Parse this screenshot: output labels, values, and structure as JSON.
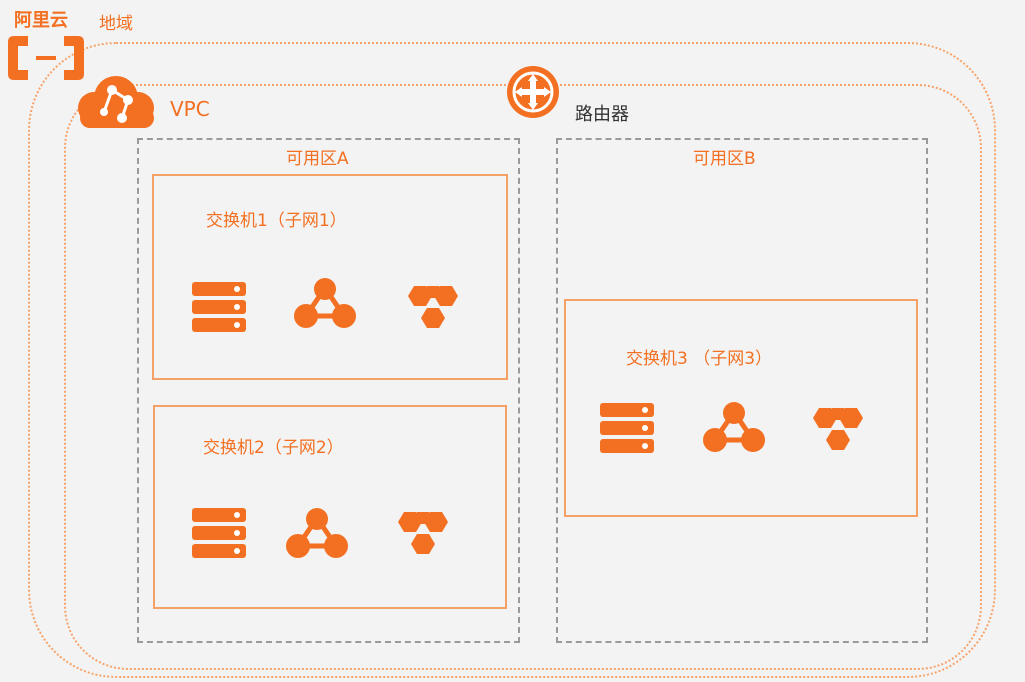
{
  "header": {
    "brand_name": "阿里云",
    "region_label": "地域"
  },
  "vpc": {
    "label": "VPC"
  },
  "router": {
    "label": "路由器"
  },
  "zones": [
    {
      "label": "可用区A",
      "switches": [
        {
          "label": "交换机1（子网1）"
        },
        {
          "label": "交换机2（子网2）"
        }
      ]
    },
    {
      "label": "可用区B",
      "switches": [
        {
          "label": "交换机3 （子网3）"
        }
      ]
    }
  ],
  "colors": {
    "accent": "#f36f21",
    "border_light": "#f7a36a",
    "zone_border": "#9a9a9a",
    "background": "#f3f3f3"
  },
  "icons": [
    "aliyun-logo-icon",
    "cloud-icon",
    "router-icon",
    "server-icon",
    "network-icon",
    "hexagon-cluster-icon"
  ]
}
